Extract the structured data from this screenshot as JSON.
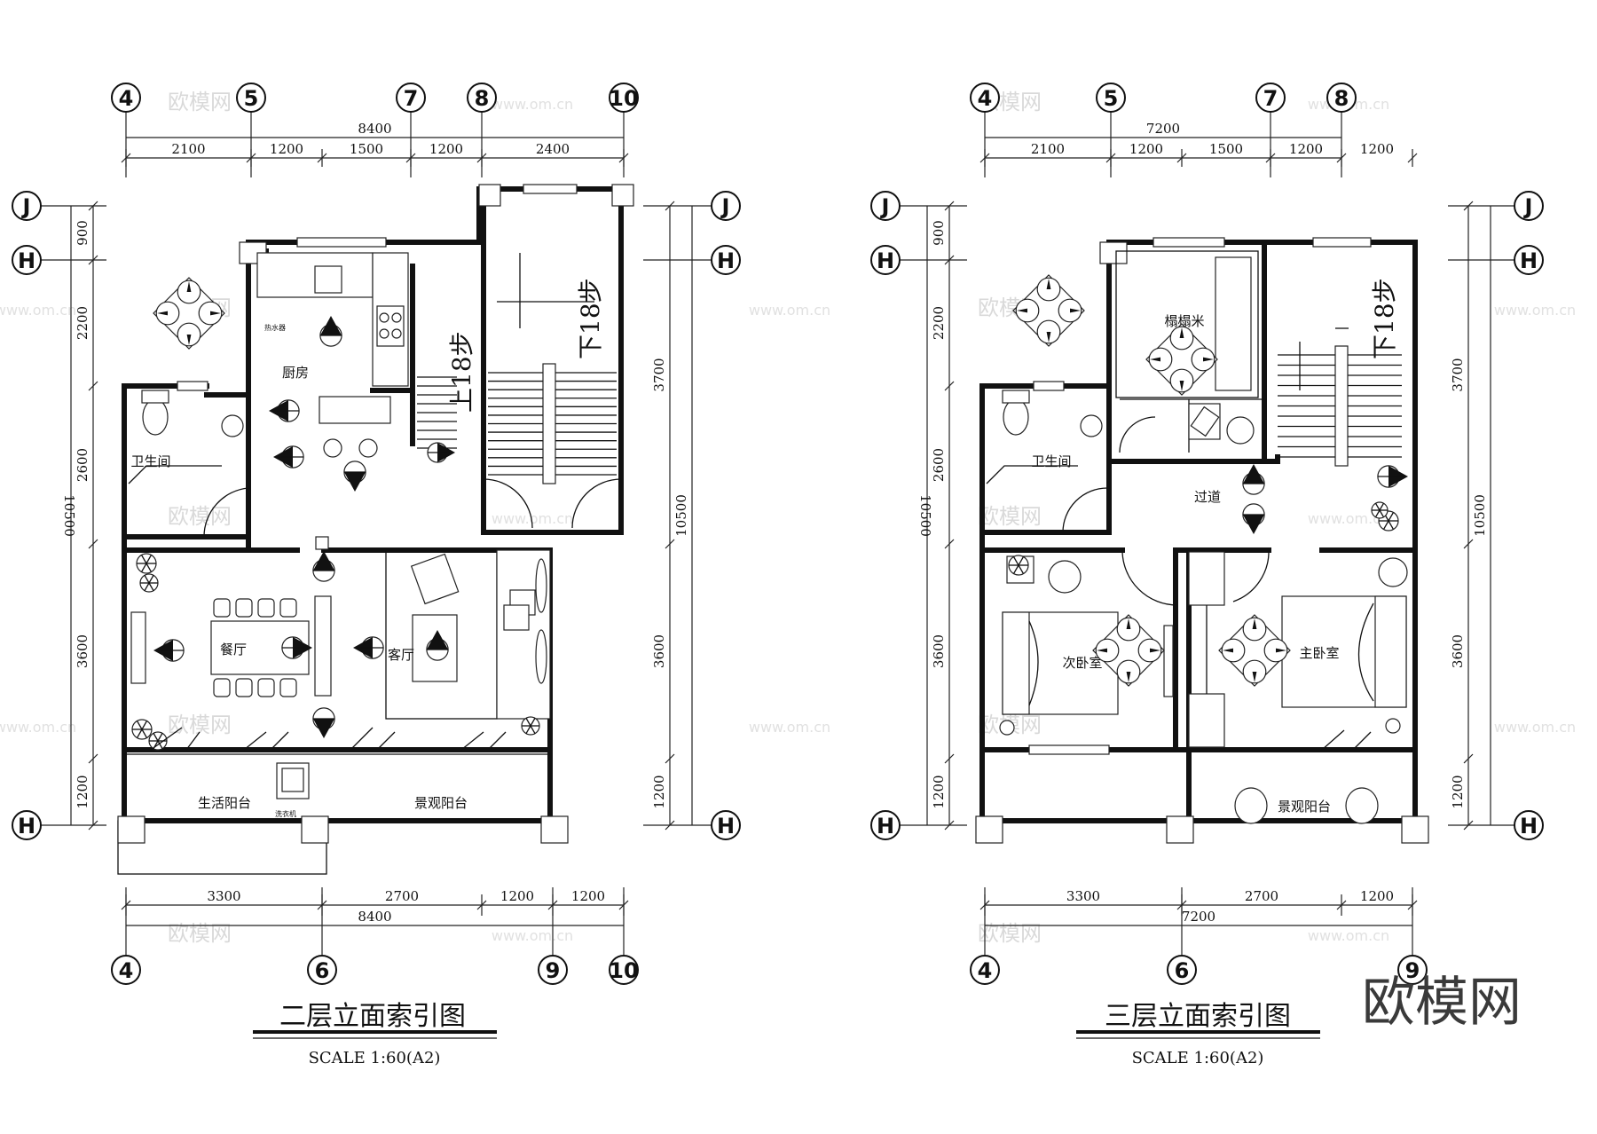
{
  "plans": [
    {
      "id": "second-floor",
      "title": "二层立面索引图",
      "scale": "SCALE   1:60(A2)",
      "top_axes": [
        "4",
        "5",
        "7",
        "8",
        "10"
      ],
      "bottom_axes": [
        "4",
        "6",
        "9",
        "10"
      ],
      "side_axes_left": [
        "J",
        "H",
        "H"
      ],
      "side_axes_right": [
        "J",
        "H",
        "H"
      ],
      "top_total": "8400",
      "top_dims": [
        "2100",
        "1200",
        "1500",
        "1200",
        "2400"
      ],
      "bottom_total": "8400",
      "bottom_dims": [
        "3300",
        "2700",
        "1200",
        "1200"
      ],
      "left_total": "10500",
      "left_dims": [
        "900",
        "2200",
        "2600",
        "3600",
        "1200"
      ],
      "right_total": "10500",
      "right_dims": [
        "3700",
        "3600",
        "1200"
      ],
      "rooms": [
        "卫生间",
        "厨房",
        "餐厅",
        "客厅",
        "生活阳台",
        "景观阳台"
      ],
      "stairs": [
        "上18步",
        "下18步"
      ],
      "fixtures": [
        "热水器",
        "洗衣机"
      ]
    },
    {
      "id": "third-floor",
      "title": "三层立面索引图",
      "scale": "SCALE   1:60(A2)",
      "top_axes": [
        "4",
        "5",
        "7",
        "8"
      ],
      "bottom_axes": [
        "4",
        "6",
        "9"
      ],
      "side_axes_left": [
        "J",
        "H",
        "H"
      ],
      "side_axes_right": [
        "J",
        "H",
        "H"
      ],
      "top_total": "7200",
      "top_dims": [
        "2100",
        "1200",
        "1500",
        "1200",
        "1200"
      ],
      "bottom_total": "7200",
      "bottom_dims": [
        "3300",
        "2700",
        "1200"
      ],
      "left_total": "10500",
      "left_dims": [
        "900",
        "2200",
        "2600",
        "3600",
        "1200"
      ],
      "right_total": "10500",
      "right_dims": [
        "3700",
        "3600",
        "1200"
      ],
      "rooms": [
        "榻榻米",
        "卫生间",
        "过道",
        "次卧室",
        "主卧室",
        "景观阳台"
      ],
      "stairs": [
        "下18步"
      ]
    }
  ],
  "watermark": {
    "brand": "欧模网",
    "site": "www.om.cn"
  }
}
